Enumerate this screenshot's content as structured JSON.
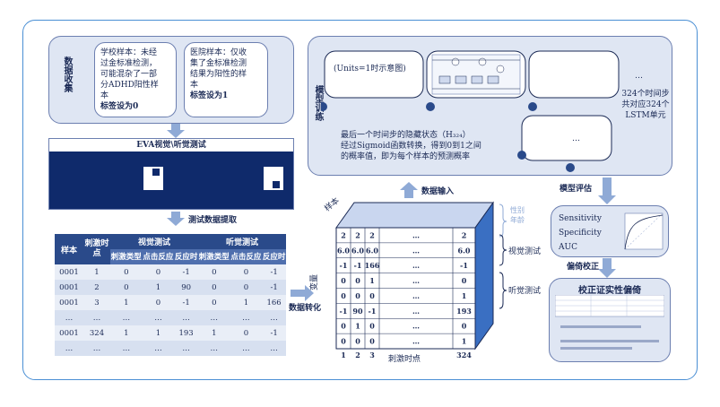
{
  "collection": {
    "label": "数据收集",
    "school": {
      "line1": "学校样本：未经",
      "line2": "过金标准检测，",
      "line3": "可能混杂了一部",
      "line4": "分ADHD阳性样",
      "line5": "本",
      "tag": "标签设为0"
    },
    "hospital": {
      "line1": "医院样本：仅收",
      "line2": "集了金标准检测",
      "line3": "结果为阳性的样",
      "line4": "本",
      "tag": "标签设为1"
    }
  },
  "eva": {
    "title": "EVA视觉\\听觉测试"
  },
  "extract_label": "测试数据提取",
  "table": {
    "headers": [
      "样本",
      "刺激时点",
      "视觉测试",
      "听觉测试"
    ],
    "sub_headers": [
      "刺激类型",
      "点击反应",
      "反应时",
      "刺激类型",
      "点击反应",
      "反应时"
    ],
    "rows": [
      [
        "0001",
        "1",
        "0",
        "0",
        "-1",
        "0",
        "0",
        "-1"
      ],
      [
        "0001",
        "2",
        "0",
        "1",
        "90",
        "0",
        "0",
        "-1"
      ],
      [
        "0001",
        "3",
        "1",
        "0",
        "-1",
        "0",
        "1",
        "166"
      ],
      [
        "…",
        "…",
        "…",
        "…",
        "…",
        "…",
        "…",
        "…"
      ],
      [
        "0001",
        "324",
        "1",
        "1",
        "193",
        "1",
        "0",
        "-1"
      ],
      [
        "…",
        "…",
        "…",
        "…",
        "…",
        "…",
        "…",
        "…"
      ]
    ]
  },
  "convert_label": "数据转化",
  "input_label": "数据输入",
  "cube": {
    "sample_axis": "样本",
    "feature_axis": "变量",
    "time_axis": "刺激时点",
    "time_ticks": [
      "1",
      "2",
      "3",
      "…",
      "324"
    ],
    "side_labels": [
      "性别",
      "年龄",
      "视觉测试",
      "听觉测试"
    ],
    "rows": [
      [
        "2",
        "2",
        "2",
        "…",
        "2"
      ],
      [
        "6.0",
        "6.0",
        "6.0",
        "…",
        "6.0"
      ],
      [
        "-1",
        "-1",
        "166",
        "…",
        "-1"
      ],
      [
        "0",
        "0",
        "1",
        "…",
        "0"
      ],
      [
        "0",
        "0",
        "0",
        "…",
        "1"
      ],
      [
        "-1",
        "90",
        "-1",
        "…",
        "193"
      ],
      [
        "0",
        "1",
        "0",
        "…",
        "0"
      ],
      [
        "0",
        "0",
        "0",
        "…",
        "1"
      ]
    ]
  },
  "model": {
    "label": "模型训练",
    "unit_caption": "(Units=1时示意图)",
    "steps_note_1": "324个时间步",
    "steps_note_2": "共对应324个",
    "steps_note_3": "LSTM单元",
    "desc_1": "最后一个时间步的隐藏状态（H₃₂₄）",
    "desc_2": "经过Sigmoid函数转换，得到0到1之间",
    "desc_3": "的概率值，即为每个样本的预测概率"
  },
  "evaluation": {
    "label": "模型评估",
    "metrics": [
      "Sensitivity",
      "Specificity",
      "AUC"
    ]
  },
  "bias": {
    "label": "偏倚校正",
    "title": "校正证实性偏倚"
  }
}
